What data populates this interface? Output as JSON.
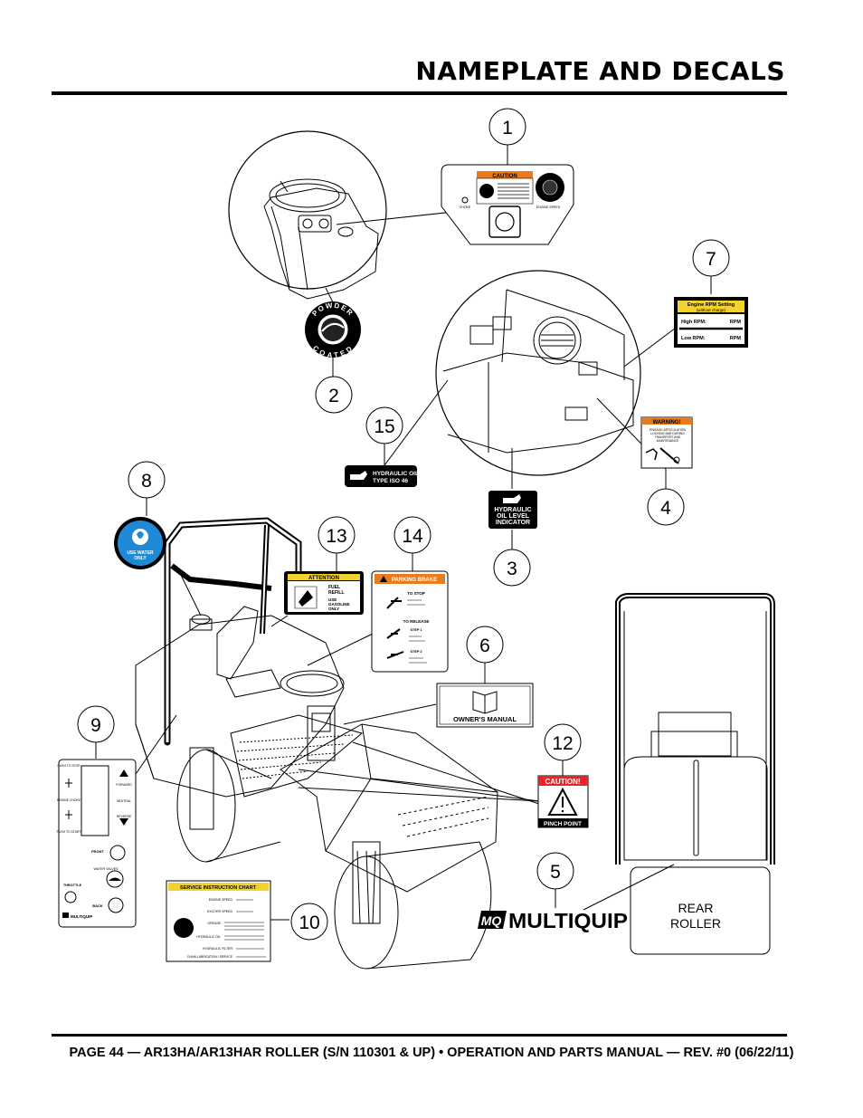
{
  "header": {
    "title": "NAMEPLATE AND DECALS"
  },
  "footer": {
    "text": "PAGE 44 — AR13HA/AR13HAR ROLLER (S/N 110301 & UP) • OPERATION AND PARTS MANUAL — REV. #0 (06/22/11)"
  },
  "callouts": [
    "1",
    "2",
    "3",
    "4",
    "5",
    "6",
    "7",
    "8",
    "9",
    "10",
    "12",
    "13",
    "14",
    "15"
  ],
  "decals": {
    "d1": {
      "caution": "CAUTION",
      "choke": "CHOKE",
      "engine": "ENGINE SPEED"
    },
    "d2": {
      "top": "POWDER",
      "bottom": "COATED"
    },
    "d3": {
      "line1": "HYDRAULIC",
      "line2": "OIL LEVEL",
      "line3": "INDICATOR"
    },
    "d4": {
      "header": "WARNING!",
      "line1": "ENGAGE ARTICULATION",
      "line2": "LOCKING BAR DURING",
      "line3": "TRANSPORT AND",
      "line4": "MAINTENANCE"
    },
    "d5": {
      "brand": "MULTIQUIP",
      "logo": "MQ"
    },
    "d6": {
      "label": "OWNER'S MANUAL"
    },
    "d7": {
      "title": "Engine RPM Setting",
      "subtitle": "(without charge)",
      "high": "High RPM:",
      "low": "Low RPM:",
      "rpm": "RPM"
    },
    "d8": {
      "line1": "USE WATER",
      "line2": "ONLY"
    },
    "d9": {
      "push_stop": "PUSH TO STOP",
      "engine": "ENGINE CHOKE",
      "push_start": "PUSH TO START",
      "forward": "FORWARD",
      "neutral": "NEUTRAL",
      "reverse": "REVERSE",
      "front": "FRONT",
      "water": "WATER VALVES",
      "throttle": "THROTTLE",
      "back": "BACK",
      "brand": "MULTIQUIP"
    },
    "d10": {
      "title": "SERVICE INSTRUCTION CHART",
      "rows": [
        "ENGINE SPEED",
        "EXCITER SPEED",
        "GREASE",
        "HYDRAULIC OIL",
        "HYDRAULIC FILTER",
        "CHAIN LUBRICATION / SERVICE"
      ]
    },
    "d12": {
      "header": "CAUTION!",
      "footer": "PINCH POINT"
    },
    "d13": {
      "header": "ATTENTION",
      "line1": "FUEL",
      "line2": "REFILL",
      "line3": "USE",
      "line4": "GASOLINE",
      "line5": "ONLY"
    },
    "d14": {
      "header": "PARKING BRAKE",
      "to_stop": "TO STOP",
      "to_release": "TO RELEASE",
      "step1": "STEP 1",
      "step2": "STEP 2"
    },
    "d15": {
      "line1": "HYDRAULIC OIL",
      "line2": "TYPE ISO 46"
    }
  },
  "rear": {
    "line1": "REAR",
    "line2": "ROLLER"
  }
}
